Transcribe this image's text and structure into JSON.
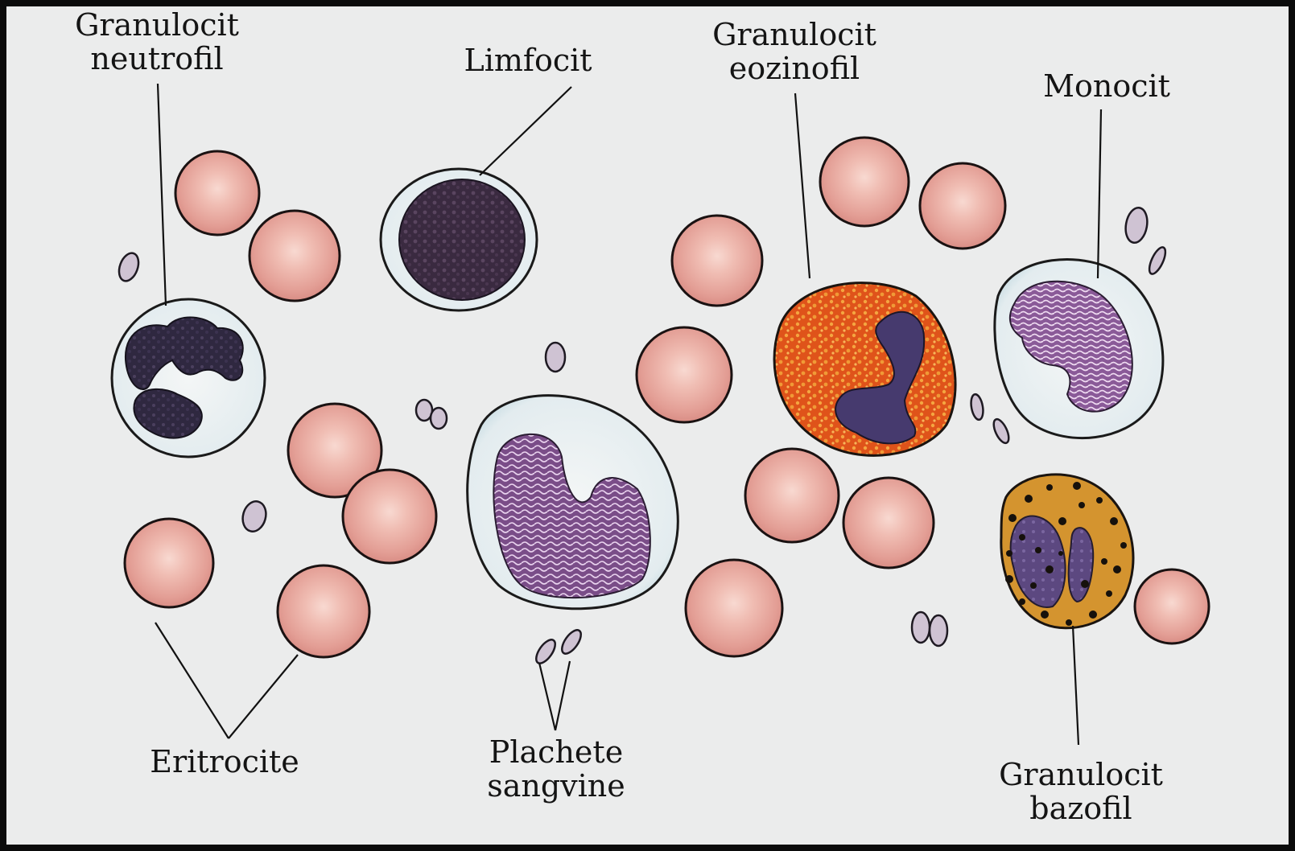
{
  "labels": {
    "neutrofil": [
      "Granulocit",
      "neutrofil"
    ],
    "limfocit": "Limfocit",
    "eozinofil": [
      "Granulocit",
      "eozinofil"
    ],
    "monocit": "Monocit",
    "eritrocite": "Eritrocite",
    "plachete": [
      "Plachete",
      "sangvine"
    ],
    "bazofil": [
      "Granulocit",
      "bazofil"
    ]
  },
  "colors": {
    "background": "#ebecec",
    "erythrocyte_fill": "#e6a49c",
    "erythrocyte_center": "#f7d3cb",
    "leukocyte_cytoplasm": "#dde8ec",
    "neutrophil_nucleus": "#2b2a44",
    "lymphocyte_nucleus": "#3a2a40",
    "eosinophil_cytoplasm": "#e0581c",
    "eosinophil_granules": "#f2a23c",
    "eosinophil_nucleus": "#4a3a6e",
    "basophil_cytoplasm": "#d99a32",
    "basophil_granules": "#1a1410",
    "basophil_nucleus": "#5a4678",
    "monocyte_nucleus": "#7a4d88",
    "platelet_fill": "#c9bccd",
    "line": "#111111"
  }
}
